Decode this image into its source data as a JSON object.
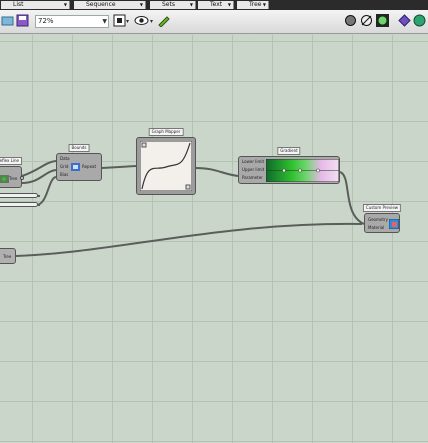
{
  "tabs": [
    {
      "label": "List"
    },
    {
      "label": "Sequence"
    },
    {
      "label": "Sets"
    },
    {
      "label": "Text"
    },
    {
      "label": "Tree"
    }
  ],
  "toolbar": {
    "zoom": "72%"
  },
  "components": {
    "reflex": {
      "tag": "Reflex Line",
      "out_label": "Tree"
    },
    "bounds": {
      "tag": "Bounds",
      "inputs": [
        "Data",
        "Grid",
        "Bias"
      ],
      "output": "Repeat"
    },
    "graph": {
      "tag": "Graph Mapper"
    },
    "gradient": {
      "tag": "Gradient",
      "inputs": [
        "Lower limit",
        "Upper limit",
        "Parameter"
      ]
    },
    "preview": {
      "tag": "Custom Preview",
      "inputs": [
        "Geometry",
        "Material"
      ]
    },
    "tree_stub": {
      "label": "Tree"
    }
  },
  "colors": {
    "gradient_start": "#2fbf2f",
    "gradient_end": "#e6b8e6",
    "canvas": "#cbd6cb"
  }
}
